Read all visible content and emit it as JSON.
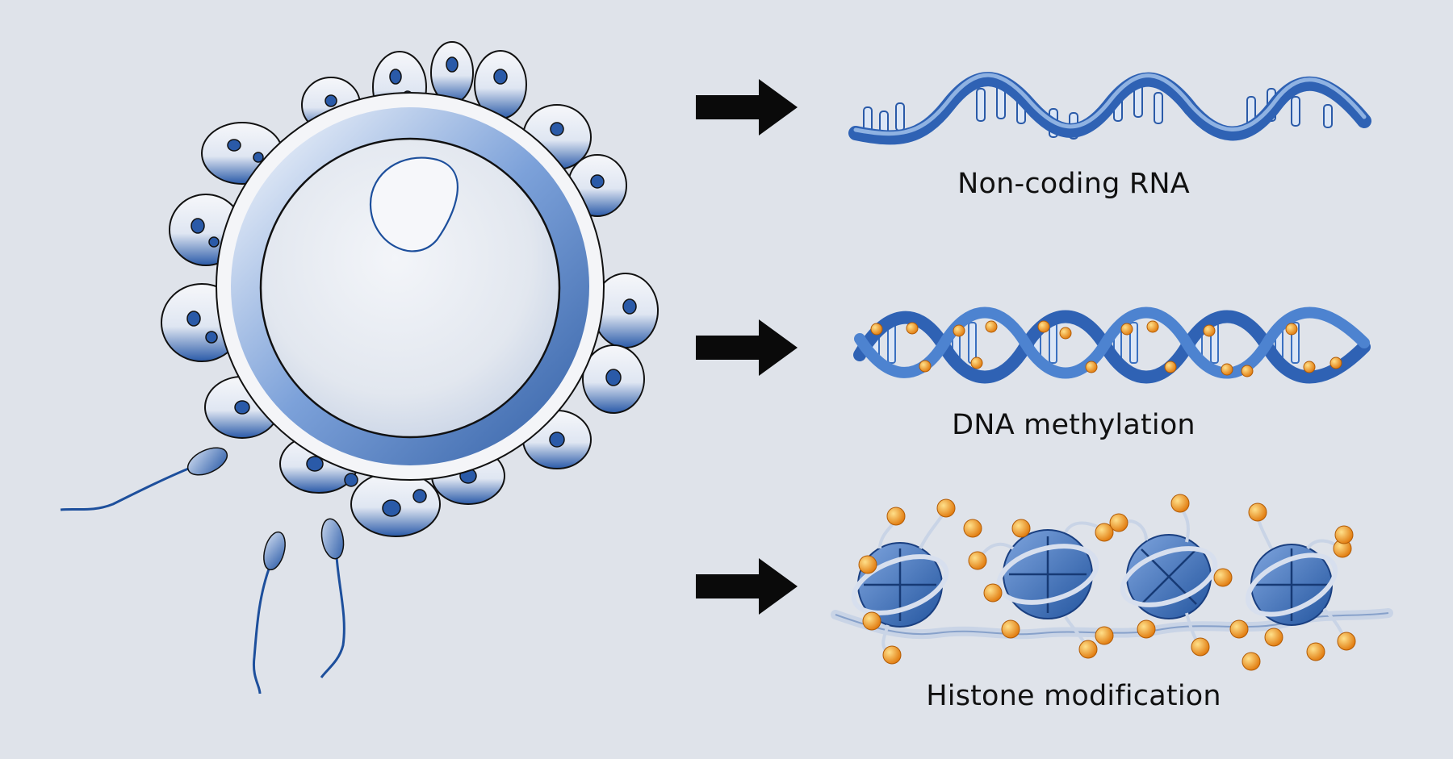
{
  "colors": {
    "background": "#dfe3ea",
    "blue_dark": "#1d4f9c",
    "blue_mid": "#3d74c6",
    "blue_light": "#8fb2e2",
    "membrane": "#f4f5f8",
    "methyl_orange": "#f39a1a",
    "arrow": "#0a0a0a"
  },
  "panels": [
    {
      "label": "Non-coding RNA",
      "icon": "rna-strand-icon"
    },
    {
      "label": "DNA methylation",
      "icon": "dna-helix-methylated-icon"
    },
    {
      "label": "Histone modification",
      "icon": "nucleosome-chain-icon"
    }
  ],
  "egg": {
    "icon": "egg-cell-icon",
    "sperm_count": 3
  }
}
